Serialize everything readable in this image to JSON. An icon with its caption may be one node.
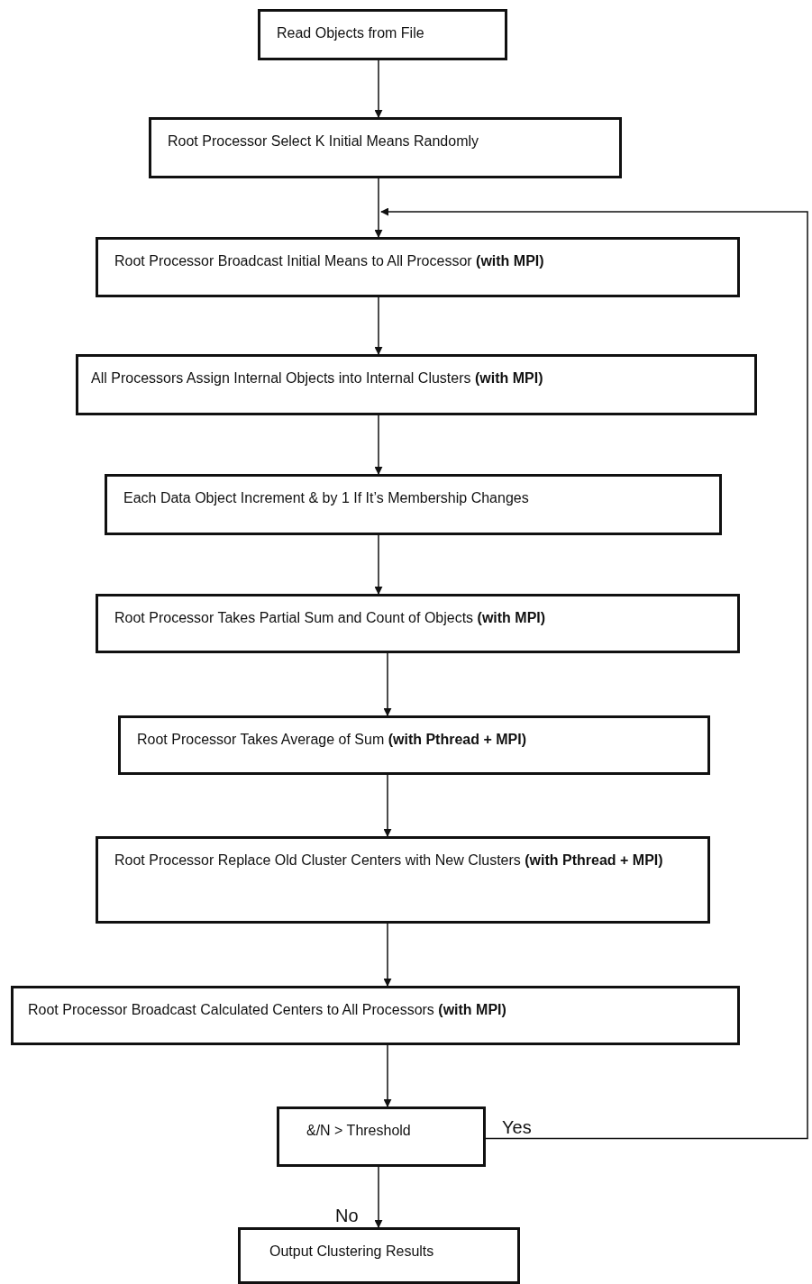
{
  "diagram": {
    "nodes": [
      {
        "text": [
          "Read Objects from File"
        ]
      },
      {
        "text": [
          "Root Processor Select K Initial Means Randomly"
        ]
      },
      {
        "text": [
          "Root Processor Broadcast Initial Means to All Processor **(with MPI)**"
        ]
      },
      {
        "text": [
          "All Processors Assign Internal Objects into Internal Clusters **(with MPI)**"
        ]
      },
      {
        "text": [
          "Each Data Object Increment & by 1 If It’s Membership Changes"
        ]
      },
      {
        "text": [
          "Root Processor Takes Partial Sum and Count of Objects **(with MPI)**"
        ]
      },
      {
        "text": [
          "Root Processor Takes Average of Sum **(with Pthread + MPI)**"
        ]
      },
      {
        "text": [
          "Root Processor Replace Old Cluster Centers with New Clusters **(with Pthread + MPI)**"
        ]
      },
      {
        "text": [
          "Root Processor Broadcast Calculated Centers to All Processors **(with MPI)**"
        ]
      },
      {
        "text": [
          "&/N > Threshold"
        ]
      },
      {
        "text": [
          "Output Clustering Results"
        ]
      }
    ],
    "edges": [
      {
        "from": 0,
        "to": 1,
        "arrow": "to"
      },
      {
        "from": 1,
        "to": 2,
        "arrow": "to"
      },
      {
        "from": 2,
        "to": 3,
        "arrow": "to"
      },
      {
        "from": 3,
        "to": 4,
        "arrow": "to"
      },
      {
        "from": 4,
        "to": 5,
        "arrow": "to"
      },
      {
        "from": 5,
        "to": 6,
        "arrow": "to"
      },
      {
        "from": 6,
        "to": 7,
        "arrow": "to"
      },
      {
        "from": 7,
        "to": 8,
        "arrow": "to"
      },
      {
        "from": 8,
        "to": 9,
        "arrow": "to"
      },
      {
        "from": 9,
        "to": 10,
        "arrow": "to",
        "label": "No"
      },
      {
        "from": 9,
        "to": 2,
        "arrow": "to",
        "label": "Yes"
      }
    ]
  }
}
